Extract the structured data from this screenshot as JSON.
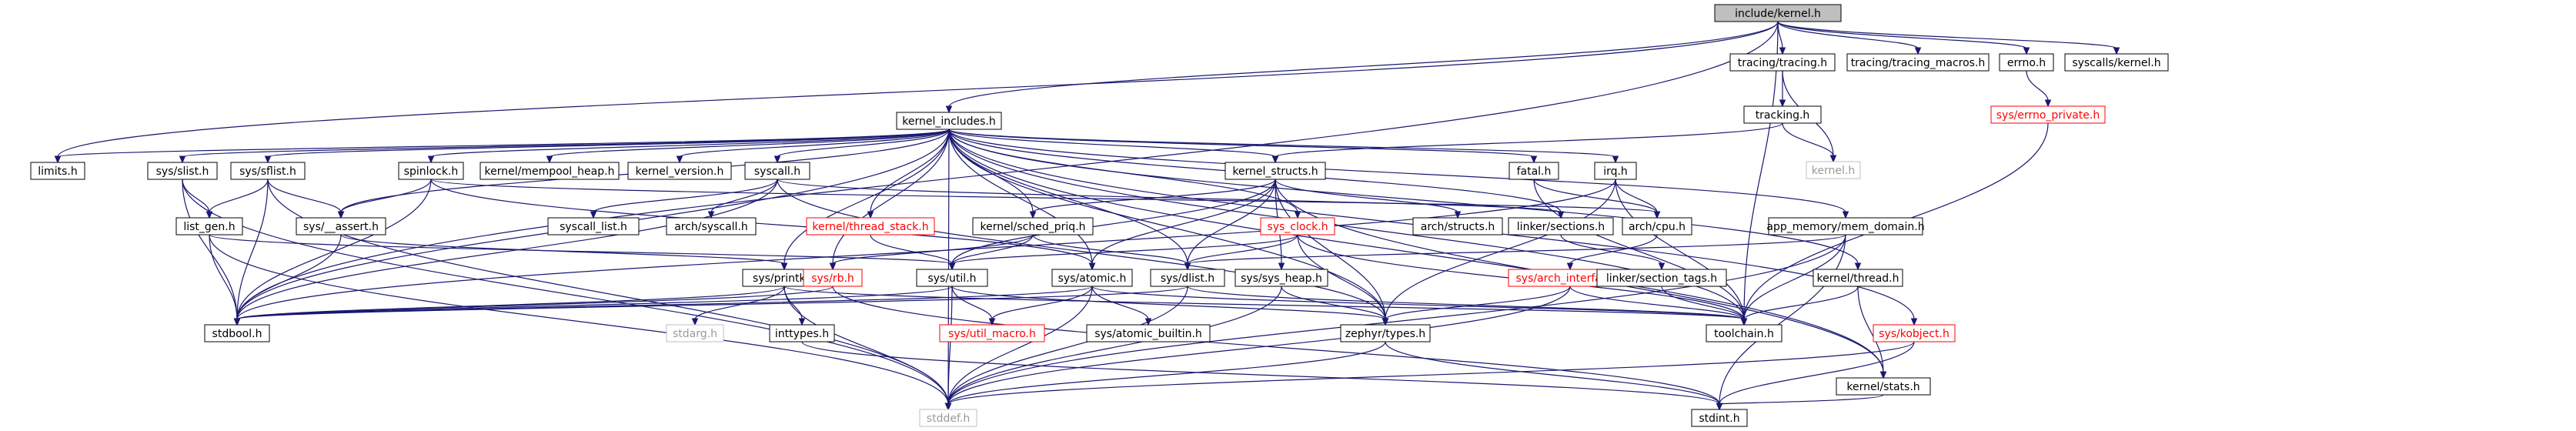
{
  "diagram": {
    "nodes": [
      {
        "id": "kernel_h",
        "label": "include/kernel.h",
        "style": "root"
      },
      {
        "id": "tracing_h",
        "label": "tracing/tracing.h",
        "style": "normal"
      },
      {
        "id": "tracing_macros_h",
        "label": "tracing/tracing_macros.h",
        "style": "normal"
      },
      {
        "id": "errno_h",
        "label": "errno.h",
        "style": "normal"
      },
      {
        "id": "syscalls_kernel_h",
        "label": "syscalls/kernel.h",
        "style": "normal"
      },
      {
        "id": "tracking_h",
        "label": "tracking.h",
        "style": "normal"
      },
      {
        "id": "kernel_h_gray",
        "label": "kernel.h",
        "style": "gray"
      },
      {
        "id": "sys_errno_private_h",
        "label": "sys/errno_private.h",
        "style": "red"
      },
      {
        "id": "kernel_includes_h",
        "label": "kernel_includes.h",
        "style": "normal"
      },
      {
        "id": "limits_h",
        "label": "limits.h",
        "style": "normal"
      },
      {
        "id": "sys_slist_h",
        "label": "sys/slist.h",
        "style": "normal"
      },
      {
        "id": "sys_sflist_h",
        "label": "sys/sflist.h",
        "style": "normal"
      },
      {
        "id": "spinlock_h",
        "label": "spinlock.h",
        "style": "normal"
      },
      {
        "id": "kernel_mempool_heap_h",
        "label": "kernel/mempool_heap.h",
        "style": "normal"
      },
      {
        "id": "kernel_version_h",
        "label": "kernel_version.h",
        "style": "normal"
      },
      {
        "id": "syscall_h",
        "label": "syscall.h",
        "style": "normal"
      },
      {
        "id": "kernel_structs_h",
        "label": "kernel_structs.h",
        "style": "normal"
      },
      {
        "id": "fatal_h",
        "label": "fatal.h",
        "style": "normal"
      },
      {
        "id": "irq_h",
        "label": "irq.h",
        "style": "normal"
      },
      {
        "id": "list_gen_h",
        "label": "list_gen.h",
        "style": "normal"
      },
      {
        "id": "sys_assert_h",
        "label": "sys/__assert.h",
        "style": "normal"
      },
      {
        "id": "syscall_list_h",
        "label": "syscall_list.h",
        "style": "normal"
      },
      {
        "id": "arch_syscall_h",
        "label": "arch/syscall.h",
        "style": "normal"
      },
      {
        "id": "kernel_thread_stack_h",
        "label": "kernel/thread_stack.h",
        "style": "red"
      },
      {
        "id": "kernel_sched_priq_h",
        "label": "kernel/sched_priq.h",
        "style": "normal"
      },
      {
        "id": "sys_clock_h",
        "label": "sys_clock.h",
        "style": "red"
      },
      {
        "id": "arch_structs_h",
        "label": "arch/structs.h",
        "style": "normal"
      },
      {
        "id": "linker_sections_h",
        "label": "linker/sections.h",
        "style": "normal"
      },
      {
        "id": "arch_cpu_h",
        "label": "arch/cpu.h",
        "style": "normal"
      },
      {
        "id": "app_memory_mem_domain_h",
        "label": "app_memory/mem_domain.h",
        "style": "normal"
      },
      {
        "id": "sys_printk_h",
        "label": "sys/printk.h",
        "style": "normal"
      },
      {
        "id": "sys_rb_h",
        "label": "sys/rb.h",
        "style": "red"
      },
      {
        "id": "sys_util_h",
        "label": "sys/util.h",
        "style": "normal"
      },
      {
        "id": "sys_atomic_h",
        "label": "sys/atomic.h",
        "style": "normal"
      },
      {
        "id": "sys_dlist_h",
        "label": "sys/dlist.h",
        "style": "normal"
      },
      {
        "id": "sys_sys_heap_h",
        "label": "sys/sys_heap.h",
        "style": "normal"
      },
      {
        "id": "sys_arch_interface_h",
        "label": "sys/arch_interface.h",
        "style": "red"
      },
      {
        "id": "linker_section_tags_h",
        "label": "linker/section_tags.h",
        "style": "normal"
      },
      {
        "id": "kernel_thread_h",
        "label": "kernel/thread.h",
        "style": "normal"
      },
      {
        "id": "stdbool_h",
        "label": "stdbool.h",
        "style": "normal"
      },
      {
        "id": "stdarg_h",
        "label": "stdarg.h",
        "style": "gray"
      },
      {
        "id": "inttypes_h",
        "label": "inttypes.h",
        "style": "normal"
      },
      {
        "id": "sys_util_macro_h",
        "label": "sys/util_macro.h",
        "style": "red"
      },
      {
        "id": "sys_atomic_builtin_h",
        "label": "sys/atomic_builtin.h",
        "style": "normal"
      },
      {
        "id": "zephyr_types_h",
        "label": "zephyr/types.h",
        "style": "normal"
      },
      {
        "id": "toolchain_h",
        "label": "toolchain.h",
        "style": "normal"
      },
      {
        "id": "sys_kobject_h",
        "label": "sys/kobject.h",
        "style": "red"
      },
      {
        "id": "kernel_stats_h",
        "label": "kernel/stats.h",
        "style": "normal"
      },
      {
        "id": "stddef_h",
        "label": "stddef.h",
        "style": "gray"
      },
      {
        "id": "stdint_h",
        "label": "stdint.h",
        "style": "normal"
      }
    ],
    "edges": [
      [
        "kernel_h",
        "tracing_h"
      ],
      [
        "kernel_h",
        "tracing_macros_h"
      ],
      [
        "kernel_h",
        "errno_h"
      ],
      [
        "kernel_h",
        "syscalls_kernel_h"
      ],
      [
        "kernel_h",
        "kernel_includes_h"
      ],
      [
        "kernel_h",
        "limits_h"
      ],
      [
        "kernel_h",
        "stdbool_h"
      ],
      [
        "kernel_h",
        "toolchain_h"
      ],
      [
        "tracing_h",
        "tracking_h"
      ],
      [
        "tracing_h",
        "kernel_h_gray"
      ],
      [
        "tracking_h",
        "kernel_h_gray"
      ],
      [
        "tracking_h",
        "kernel_structs_h"
      ],
      [
        "errno_h",
        "sys_errno_private_h"
      ],
      [
        "sys_errno_private_h",
        "toolchain_h"
      ],
      [
        "kernel_includes_h",
        "limits_h"
      ],
      [
        "kernel_includes_h",
        "sys_slist_h"
      ],
      [
        "kernel_includes_h",
        "sys_sflist_h"
      ],
      [
        "kernel_includes_h",
        "spinlock_h"
      ],
      [
        "kernel_includes_h",
        "kernel_mempool_heap_h"
      ],
      [
        "kernel_includes_h",
        "kernel_version_h"
      ],
      [
        "kernel_includes_h",
        "syscall_h"
      ],
      [
        "kernel_includes_h",
        "kernel_structs_h"
      ],
      [
        "kernel_includes_h",
        "fatal_h"
      ],
      [
        "kernel_includes_h",
        "irq_h"
      ],
      [
        "kernel_includes_h",
        "kernel_thread_stack_h"
      ],
      [
        "kernel_includes_h",
        "kernel_sched_priq_h"
      ],
      [
        "kernel_includes_h",
        "sys_clock_h"
      ],
      [
        "kernel_includes_h",
        "sys_printk_h"
      ],
      [
        "kernel_includes_h",
        "sys_rb_h"
      ],
      [
        "kernel_includes_h",
        "sys_atomic_h"
      ],
      [
        "kernel_includes_h",
        "sys_dlist_h"
      ],
      [
        "kernel_includes_h",
        "app_memory_mem_domain_h"
      ],
      [
        "kernel_includes_h",
        "linker_sections_h"
      ],
      [
        "kernel_includes_h",
        "kernel_thread_h"
      ],
      [
        "kernel_includes_h",
        "sys_kobject_h"
      ],
      [
        "kernel_includes_h",
        "kernel_stats_h"
      ],
      [
        "kernel_includes_h",
        "sys_assert_h"
      ],
      [
        "kernel_includes_h",
        "stddef_h"
      ],
      [
        "kernel_includes_h",
        "stdbool_h"
      ],
      [
        "kernel_includes_h",
        "toolchain_h"
      ],
      [
        "kernel_includes_h",
        "zephyr_types_h"
      ],
      [
        "sys_slist_h",
        "list_gen_h"
      ],
      [
        "sys_slist_h",
        "stdbool_h"
      ],
      [
        "sys_slist_h",
        "stddef_h"
      ],
      [
        "sys_sflist_h",
        "list_gen_h"
      ],
      [
        "sys_sflist_h",
        "sys_assert_h"
      ],
      [
        "sys_sflist_h",
        "stdbool_h"
      ],
      [
        "sys_sflist_h",
        "stddef_h"
      ],
      [
        "list_gen_h",
        "stdbool_h"
      ],
      [
        "list_gen_h",
        "stddef_h"
      ],
      [
        "list_gen_h",
        "sys_util_h"
      ],
      [
        "spinlock_h",
        "sys_assert_h"
      ],
      [
        "spinlock_h",
        "sys_atomic_h"
      ],
      [
        "spinlock_h",
        "stdbool_h"
      ],
      [
        "spinlock_h",
        "arch_cpu_h"
      ],
      [
        "sys_assert_h",
        "stdbool_h"
      ],
      [
        "sys_assert_h",
        "sys_printk_h"
      ],
      [
        "syscall_h",
        "syscall_list_h"
      ],
      [
        "syscall_h",
        "arch_syscall_h"
      ],
      [
        "syscall_h",
        "stdbool_h"
      ],
      [
        "syscall_h",
        "linker_sections_h"
      ],
      [
        "syscall_h",
        "zephyr_types_h"
      ],
      [
        "kernel_structs_h",
        "kernel_sched_priq_h"
      ],
      [
        "kernel_structs_h",
        "sys_dlist_h"
      ],
      [
        "kernel_structs_h",
        "sys_util_h"
      ],
      [
        "kernel_structs_h",
        "sys_sys_heap_h"
      ],
      [
        "kernel_structs_h",
        "arch_structs_h"
      ],
      [
        "kernel_structs_h",
        "kernel_stats_h"
      ],
      [
        "kernel_structs_h",
        "zephyr_types_h"
      ],
      [
        "kernel_structs_h",
        "sys_atomic_h"
      ],
      [
        "fatal_h",
        "arch_cpu_h"
      ],
      [
        "fatal_h",
        "toolchain_h"
      ],
      [
        "irq_h",
        "arch_cpu_h"
      ],
      [
        "irq_h",
        "toolchain_h"
      ],
      [
        "irq_h",
        "zephyr_types_h"
      ],
      [
        "irq_h",
        "stdbool_h"
      ],
      [
        "kernel_thread_stack_h",
        "sys_util_h"
      ],
      [
        "kernel_sched_priq_h",
        "sys_util_h"
      ],
      [
        "kernel_sched_priq_h",
        "sys_dlist_h"
      ],
      [
        "kernel_sched_priq_h",
        "sys_rb_h"
      ],
      [
        "sys_clock_h",
        "sys_util_h"
      ],
      [
        "sys_clock_h",
        "sys_dlist_h"
      ],
      [
        "sys_clock_h",
        "toolchain_h"
      ],
      [
        "sys_clock_h",
        "zephyr_types_h"
      ],
      [
        "linker_sections_h",
        "linker_section_tags_h"
      ],
      [
        "linker_section_tags_h",
        "toolchain_h"
      ],
      [
        "arch_cpu_h",
        "sys_arch_interface_h"
      ],
      [
        "app_memory_mem_domain_h",
        "sys_dlist_h"
      ],
      [
        "app_memory_mem_domain_h",
        "toolchain_h"
      ],
      [
        "app_memory_mem_domain_h",
        "stdint_h"
      ],
      [
        "app_memory_mem_domain_h",
        "stddef_h"
      ],
      [
        "sys_printk_h",
        "stdarg_h"
      ],
      [
        "sys_printk_h",
        "inttypes_h"
      ],
      [
        "sys_printk_h",
        "stddef_h"
      ],
      [
        "sys_printk_h",
        "toolchain_h"
      ],
      [
        "sys_printk_h",
        "stdbool_h"
      ],
      [
        "sys_rb_h",
        "stdbool_h"
      ],
      [
        "sys_rb_h",
        "stdint_h"
      ],
      [
        "sys_util_h",
        "sys_util_macro_h"
      ],
      [
        "sys_util_h",
        "stdbool_h"
      ],
      [
        "sys_util_h",
        "zephyr_types_h"
      ],
      [
        "sys_util_h",
        "stddef_h"
      ],
      [
        "sys_atomic_h",
        "sys_atomic_builtin_h"
      ],
      [
        "sys_atomic_h",
        "sys_util_macro_h"
      ],
      [
        "sys_atomic_h",
        "toolchain_h"
      ],
      [
        "sys_atomic_h",
        "stddef_h"
      ],
      [
        "sys_atomic_h",
        "stdbool_h"
      ],
      [
        "sys_dlist_h",
        "stddef_h"
      ],
      [
        "sys_dlist_h",
        "stdbool_h"
      ],
      [
        "sys_dlist_h",
        "toolchain_h"
      ],
      [
        "sys_sys_heap_h",
        "zephyr_types_h"
      ],
      [
        "sys_sys_heap_h",
        "stddef_h"
      ],
      [
        "sys_arch_interface_h",
        "zephyr_types_h"
      ],
      [
        "sys_arch_interface_h",
        "toolchain_h"
      ],
      [
        "sys_arch_interface_h",
        "stddef_h"
      ],
      [
        "inttypes_h",
        "stdint_h"
      ],
      [
        "zephyr_types_h",
        "stdint_h"
      ],
      [
        "zephyr_types_h",
        "stddef_h"
      ],
      [
        "kernel_thread_h",
        "kernel_stats_h"
      ],
      [
        "kernel_thread_h",
        "toolchain_h"
      ],
      [
        "kernel_stats_h",
        "stdint_h"
      ],
      [
        "sys_kobject_h",
        "stddef_h"
      ],
      [
        "sys_kobject_h",
        "stdint_h"
      ]
    ]
  }
}
